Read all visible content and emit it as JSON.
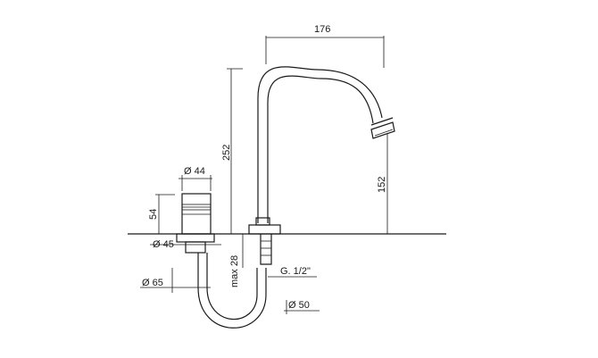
{
  "dimensions": {
    "spout_reach": "176",
    "total_height": "252",
    "spout_height": "152",
    "handle_height": "54",
    "handle_diameter": "Ø 44",
    "base_diameter": "Ø 45",
    "hose_width": "Ø 65",
    "max_thickness": "max 28",
    "thread": "G. 1/2\"",
    "spout_base_diameter": "Ø 50"
  },
  "colors": {
    "line": "#1a1a1a",
    "background": "#ffffff"
  }
}
